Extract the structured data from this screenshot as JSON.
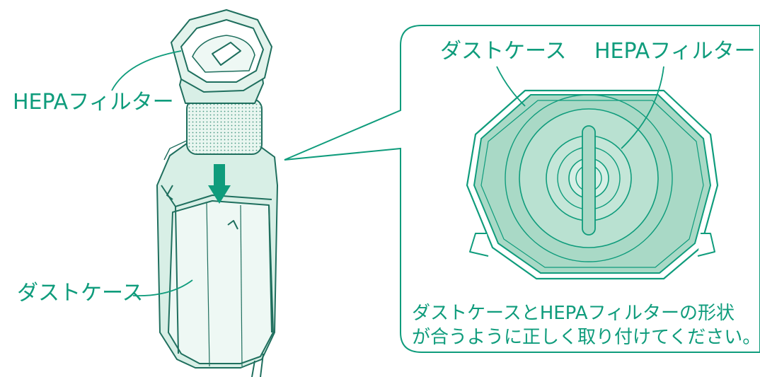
{
  "labels": {
    "hepa_filter_left": "HEPAフィルター",
    "dust_case_left": "ダストケース",
    "dust_case_detail": "ダストケース",
    "hepa_filter_detail": "HEPAフィルター"
  },
  "note": {
    "line1": "ダストケースとHEPAフィルターの形状",
    "line2": "が合うように正しく取り付けてください。"
  },
  "colors": {
    "accent": "#0f9c7c",
    "fill_light": "#cfe9df",
    "fill_mid": "#a9d9c6",
    "stroke_dark": "#1f6f5e"
  }
}
